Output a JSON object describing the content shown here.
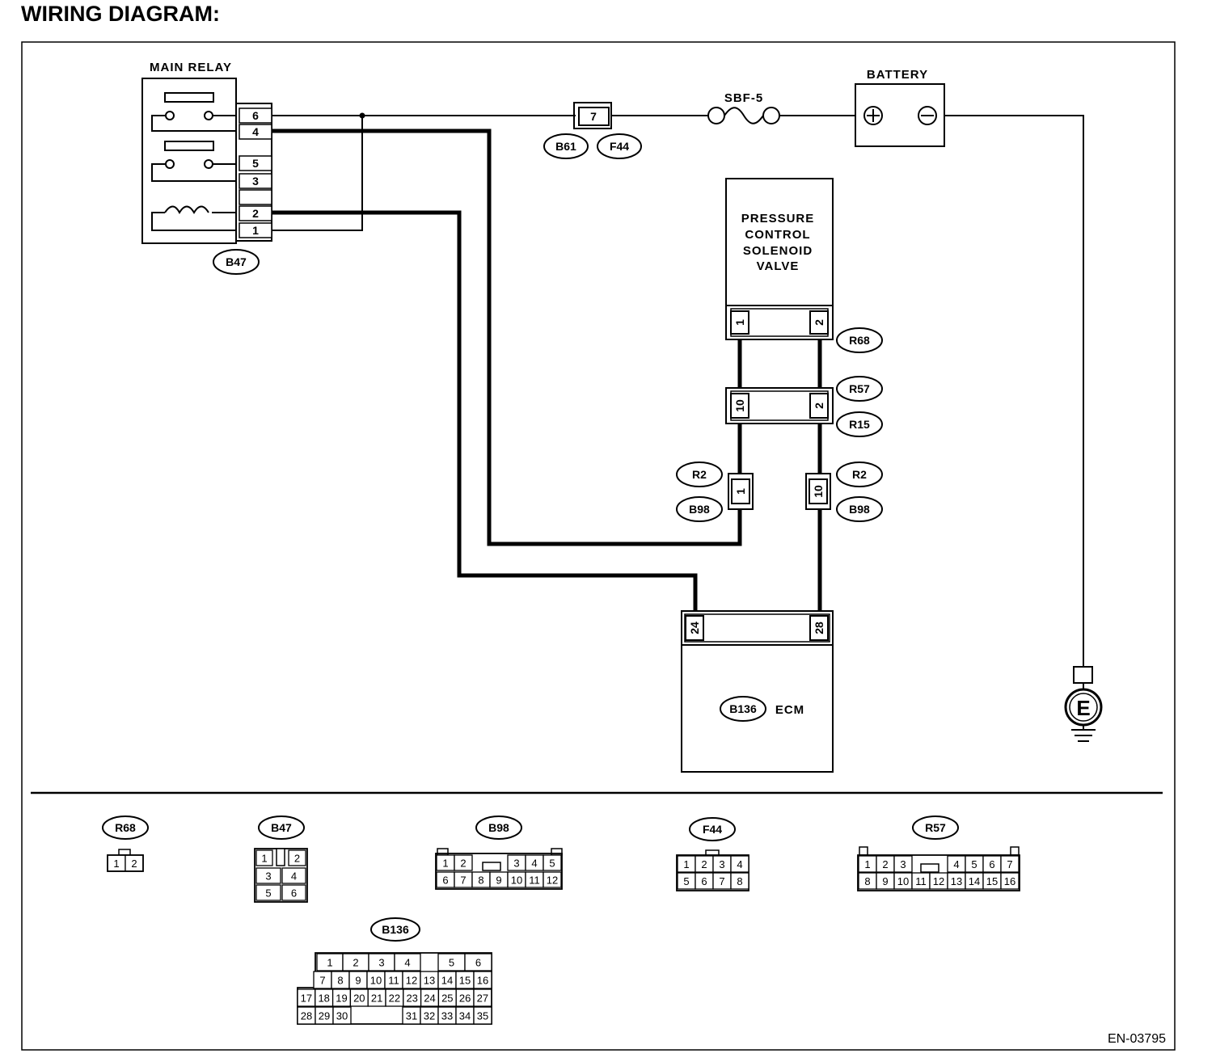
{
  "title": "WIRING DIAGRAM:",
  "doc_code": "EN-03795",
  "components": {
    "main_relay": "MAIN RELAY",
    "battery": "BATTERY",
    "fuse": "SBF-5",
    "solenoid": [
      "PRESSURE",
      "CONTROL",
      "SOLENOID",
      "VALVE"
    ],
    "ecm": "ECM",
    "ground": "E",
    "battery_plus": "+",
    "battery_minus": "−"
  },
  "connectors": {
    "b47": "B47",
    "b61": "B61",
    "f44": "F44",
    "r68": "R68",
    "r57": "R57",
    "r15": "R15",
    "r2_left": "R2",
    "b98_left": "B98",
    "r2_right": "R2",
    "b98_right": "B98",
    "b136": "B136"
  },
  "pins": {
    "relay": [
      "6",
      "4",
      "5",
      "3",
      "2",
      "1"
    ],
    "b61_f44": "7",
    "r68": [
      "1",
      "2"
    ],
    "r57_r15": [
      "10",
      "2"
    ],
    "b98_left": "1",
    "b98_right": "10",
    "ecm": [
      "24",
      "28"
    ]
  },
  "legend": {
    "r68": {
      "label": "R68",
      "rows": [
        [
          "1",
          "2"
        ]
      ]
    },
    "b47": {
      "label": "B47",
      "rows": [
        [
          "1",
          "",
          "2"
        ],
        [
          "3",
          "4"
        ],
        [
          "5",
          "6"
        ]
      ]
    },
    "b98": {
      "label": "B98",
      "rows": [
        [
          "1",
          "2",
          "3",
          "4",
          "5"
        ],
        [
          "6",
          "7",
          "8",
          "9",
          "10",
          "11",
          "12"
        ]
      ]
    },
    "f44": {
      "label": "F44",
      "rows": [
        [
          "1",
          "2",
          "3",
          "4"
        ],
        [
          "5",
          "6",
          "7",
          "8"
        ]
      ]
    },
    "r57": {
      "label": "R57",
      "rows": [
        [
          "1",
          "2",
          "3",
          "4",
          "5",
          "6",
          "7"
        ],
        [
          "8",
          "9",
          "10",
          "11",
          "12",
          "13",
          "14",
          "15",
          "16"
        ]
      ]
    },
    "b136": {
      "label": "B136",
      "rows": [
        [
          "1",
          "2",
          "3",
          "4",
          "5",
          "6"
        ],
        [
          "7",
          "8",
          "9",
          "10",
          "11",
          "12",
          "13",
          "14",
          "15",
          "16"
        ],
        [
          "17",
          "18",
          "19",
          "20",
          "21",
          "22",
          "23",
          "24",
          "25",
          "26",
          "27"
        ],
        [
          "28",
          "29",
          "30",
          "31",
          "32",
          "33",
          "34",
          "35"
        ]
      ]
    }
  }
}
